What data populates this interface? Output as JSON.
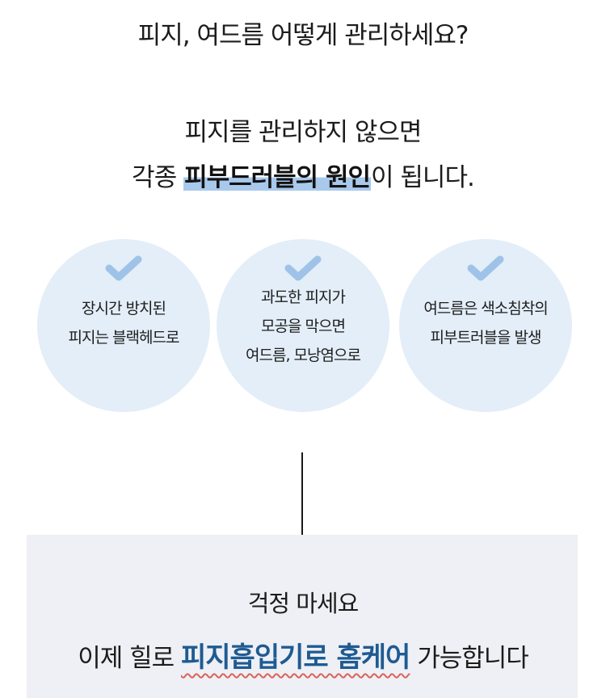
{
  "header": {
    "question": "피지, 여드름 어떻게 관리하세요?"
  },
  "warning": {
    "line1": "피지를 관리하지 않으면",
    "line2_prefix": "각종 ",
    "line2_highlight": "피부드러블의 원인",
    "line2_suffix": "이 됩니다."
  },
  "circles": [
    {
      "icon": "check-icon",
      "lines": [
        "장시간 방치된",
        "피지는 블랙헤드로"
      ]
    },
    {
      "icon": "check-icon",
      "lines": [
        "과도한 피지가",
        "모공을 막으면",
        "여드름, 모낭염으로"
      ]
    },
    {
      "icon": "check-icon",
      "lines": [
        "여드름은 색소침착의",
        "피부트러블을 발생"
      ]
    }
  ],
  "solution": {
    "line1": "걱정 마세요",
    "line2_prefix": "이제 힐로 ",
    "line2_emphasis": "피지흡입기로 홈케어",
    "line2_suffix": " 가능합니다"
  },
  "colors": {
    "circle_bg": "#e3eef8",
    "check": "#9fc3e8",
    "highlight": "#a9c9ec",
    "emphasis_text": "#1f5b92",
    "wavy_underline": "#d9635a",
    "panel_bg": "#eef0f5"
  }
}
